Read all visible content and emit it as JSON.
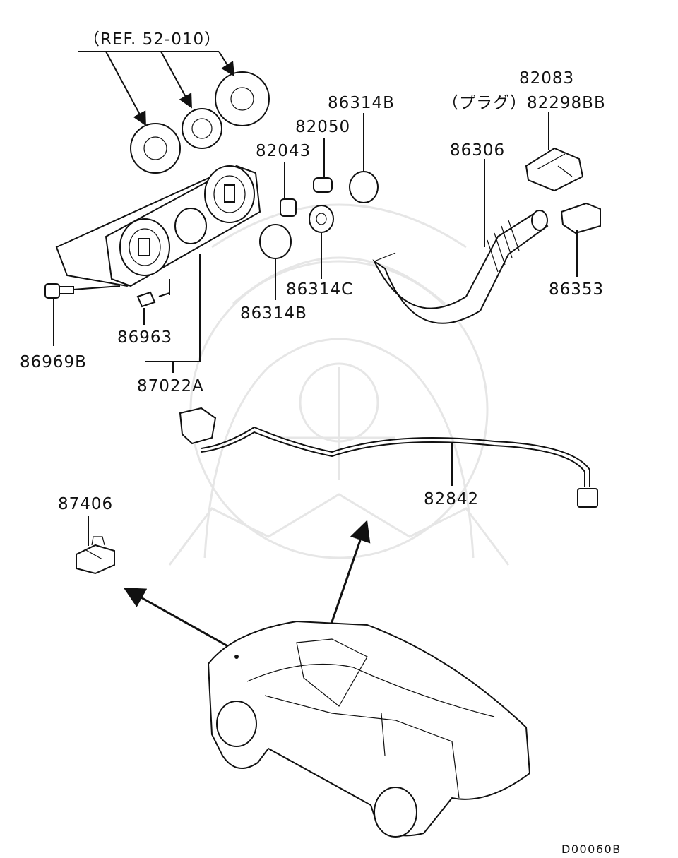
{
  "diagram": {
    "ref_note": "（REF. 52-010）",
    "drawing_code": "D00060B",
    "labels": {
      "p82083": "82083",
      "p82298BB": "（プラグ）82298BB",
      "p86314B_top": "86314B",
      "p82050": "82050",
      "p82043": "82043",
      "p86306": "86306",
      "p86353": "86353",
      "p86314C": "86314C",
      "p86314B_bottom": "86314B",
      "p86963": "86963",
      "p86969B": "86969B",
      "p87022A": "87022A",
      "p82842": "82842",
      "p87406": "87406"
    }
  }
}
